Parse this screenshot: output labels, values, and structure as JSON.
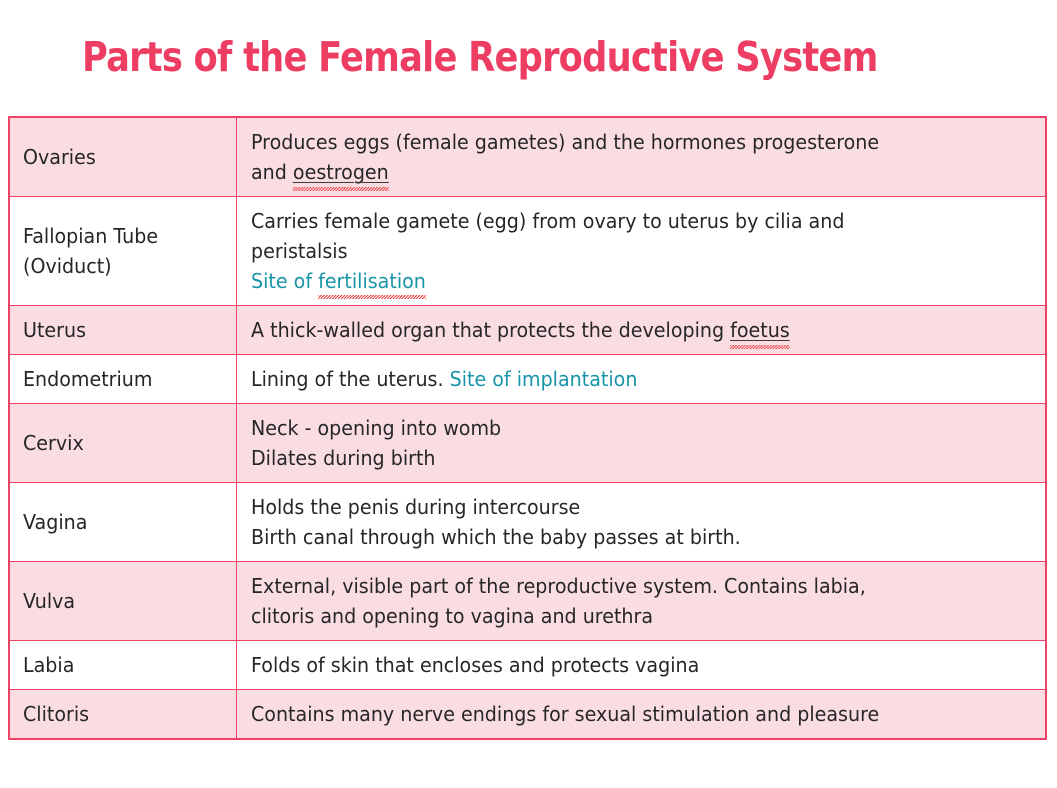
{
  "document": {
    "title": "Parts of the Female Reproductive System",
    "title_color": "#EE3D62",
    "body_text_color": "#262626",
    "highlight_color": "#1894A8",
    "table_border_color": "#EE4266",
    "row_shaded_color": "#FADDE3",
    "row_plain_color": "#FFFFFF",
    "spellcheck_underline_color": "#E8423F"
  },
  "table": {
    "columns": [
      "part",
      "description"
    ],
    "rows": [
      {
        "shaded": true,
        "part": "Ovaries",
        "lines": [
          {
            "segments": [
              {
                "text": "Produces eggs (female gametes) and the hormones progesterone",
                "style": "normal"
              }
            ]
          },
          {
            "segments": [
              {
                "text": "and ",
                "style": "normal"
              },
              {
                "text": "oestrogen",
                "style": "underline-spellcheck"
              }
            ]
          }
        ]
      },
      {
        "shaded": false,
        "part": "Fallopian Tube (Oviduct)",
        "part_lines": [
          "Fallopian Tube",
          "(Oviduct)"
        ],
        "lines": [
          {
            "segments": [
              {
                "text": "Carries female gamete (egg) from ovary to uterus by cilia and",
                "style": "normal"
              }
            ]
          },
          {
            "segments": [
              {
                "text": "peristalsis",
                "style": "normal"
              }
            ]
          },
          {
            "segments": [
              {
                "text": "Site of ",
                "style": "highlight"
              },
              {
                "text": "fertilisation",
                "style": "highlight-spellcheck"
              }
            ]
          }
        ]
      },
      {
        "shaded": true,
        "part": "Uterus",
        "lines": [
          {
            "segments": [
              {
                "text": "A thick-walled organ that protects the developing ",
                "style": "normal"
              },
              {
                "text": "foetus",
                "style": "underline-spellcheck"
              }
            ]
          }
        ]
      },
      {
        "shaded": false,
        "part": "Endometrium",
        "lines": [
          {
            "segments": [
              {
                "text": "Lining of the uterus. ",
                "style": "normal"
              },
              {
                "text": "Site of implantation",
                "style": "highlight"
              }
            ]
          }
        ]
      },
      {
        "shaded": true,
        "part": "Cervix",
        "lines": [
          {
            "segments": [
              {
                "text": "Neck - opening into womb",
                "style": "normal"
              }
            ]
          },
          {
            "segments": [
              {
                "text": "Dilates during birth",
                "style": "normal"
              }
            ]
          }
        ]
      },
      {
        "shaded": false,
        "part": "Vagina",
        "lines": [
          {
            "segments": [
              {
                "text": "Holds the penis during intercourse",
                "style": "normal"
              }
            ]
          },
          {
            "segments": [
              {
                "text": "Birth canal through which the baby passes at birth.",
                "style": "normal"
              }
            ]
          }
        ]
      },
      {
        "shaded": true,
        "part": "Vulva",
        "lines": [
          {
            "segments": [
              {
                "text": "External, visible part of the reproductive system. Contains labia,",
                "style": "normal"
              }
            ]
          },
          {
            "segments": [
              {
                "text": "clitoris and opening to vagina and urethra",
                "style": "normal"
              }
            ]
          }
        ]
      },
      {
        "shaded": false,
        "part": "Labia",
        "lines": [
          {
            "segments": [
              {
                "text": "Folds of skin that encloses and protects vagina",
                "style": "normal"
              }
            ]
          }
        ]
      },
      {
        "shaded": true,
        "part": "Clitoris",
        "lines": [
          {
            "segments": [
              {
                "text": "Contains many nerve endings for sexual stimulation and pleasure",
                "style": "normal"
              }
            ]
          }
        ]
      }
    ]
  }
}
